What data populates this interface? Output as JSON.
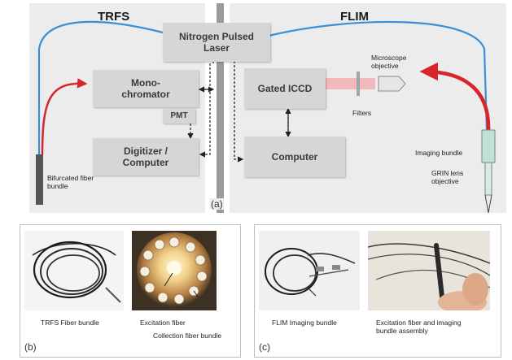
{
  "panel_a": {
    "heading_left": "TRFS",
    "heading_right": "FLIM",
    "laser": "Nitrogen Pulsed Laser",
    "mono": "Mono-chromator",
    "pmt": "PMT",
    "digitizer": "Digitizer / Computer",
    "iccd": "Gated ICCD",
    "computer": "Computer",
    "lbl_bifurcated": "Bifurcated fiber bundle",
    "lbl_microscope": "Microscope objective",
    "lbl_filters": "Filters",
    "lbl_imaging": "Imaging bundle",
    "lbl_grin": "GRIN lens objective",
    "label": "(a)"
  },
  "panel_b": {
    "lbl_trfs_fiber": "TRFS Fiber bundle",
    "lbl_excitation": "Excitation fiber",
    "lbl_collection": "Collection fiber bundle",
    "label": "(b)"
  },
  "panel_c": {
    "lbl_flim_bundle": "FLIM  Imaging bundle",
    "lbl_assembly": "Excitation fiber and imaging bundle assembly",
    "label": "(c)"
  },
  "colors": {
    "blue_fiber": "#3a8fd6",
    "red_fiber": "#d8242b",
    "box": "#d6d6d6",
    "panel": "#ececec"
  }
}
